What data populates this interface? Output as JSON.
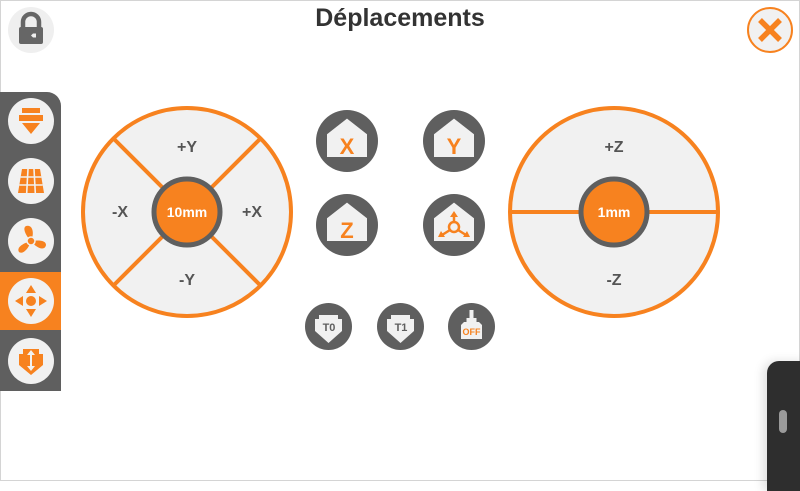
{
  "header": {
    "title": "Déplacements",
    "lock_icon": "lock-icon",
    "close_icon": "close-x-icon"
  },
  "colors": {
    "accent": "#f7821f",
    "dark": "#5f5f5f",
    "panel": "#f1f1f1",
    "text": "#555555"
  },
  "sidebar": {
    "items": [
      {
        "name": "extruder",
        "icon": "extruder-nozzle-icon",
        "active": false
      },
      {
        "name": "bed-leveling",
        "icon": "bed-grid-icon",
        "active": false
      },
      {
        "name": "fan",
        "icon": "fan-icon",
        "active": false
      },
      {
        "name": "movement",
        "icon": "move-arrows-icon",
        "active": true
      },
      {
        "name": "filament",
        "icon": "filament-load-unload-icon",
        "active": false
      }
    ]
  },
  "xy_jog": {
    "plus_y": "+Y",
    "minus_y": "-Y",
    "minus_x": "-X",
    "plus_x": "+X",
    "step": "10mm"
  },
  "z_jog": {
    "plus_z": "+Z",
    "minus_z": "-Z",
    "step": "1mm"
  },
  "home_buttons": [
    {
      "name": "home-x",
      "label": "X",
      "icon": "home-icon"
    },
    {
      "name": "home-y",
      "label": "Y",
      "icon": "home-icon"
    },
    {
      "name": "home-z",
      "label": "Z",
      "icon": "home-icon"
    },
    {
      "name": "home-all",
      "label": "",
      "icon": "home-all-axes-icon"
    }
  ],
  "tool_buttons": [
    {
      "name": "select-tool-0",
      "label": "T0"
    },
    {
      "name": "select-tool-1",
      "label": "T1"
    },
    {
      "name": "motors-off",
      "label": "OFF"
    }
  ]
}
